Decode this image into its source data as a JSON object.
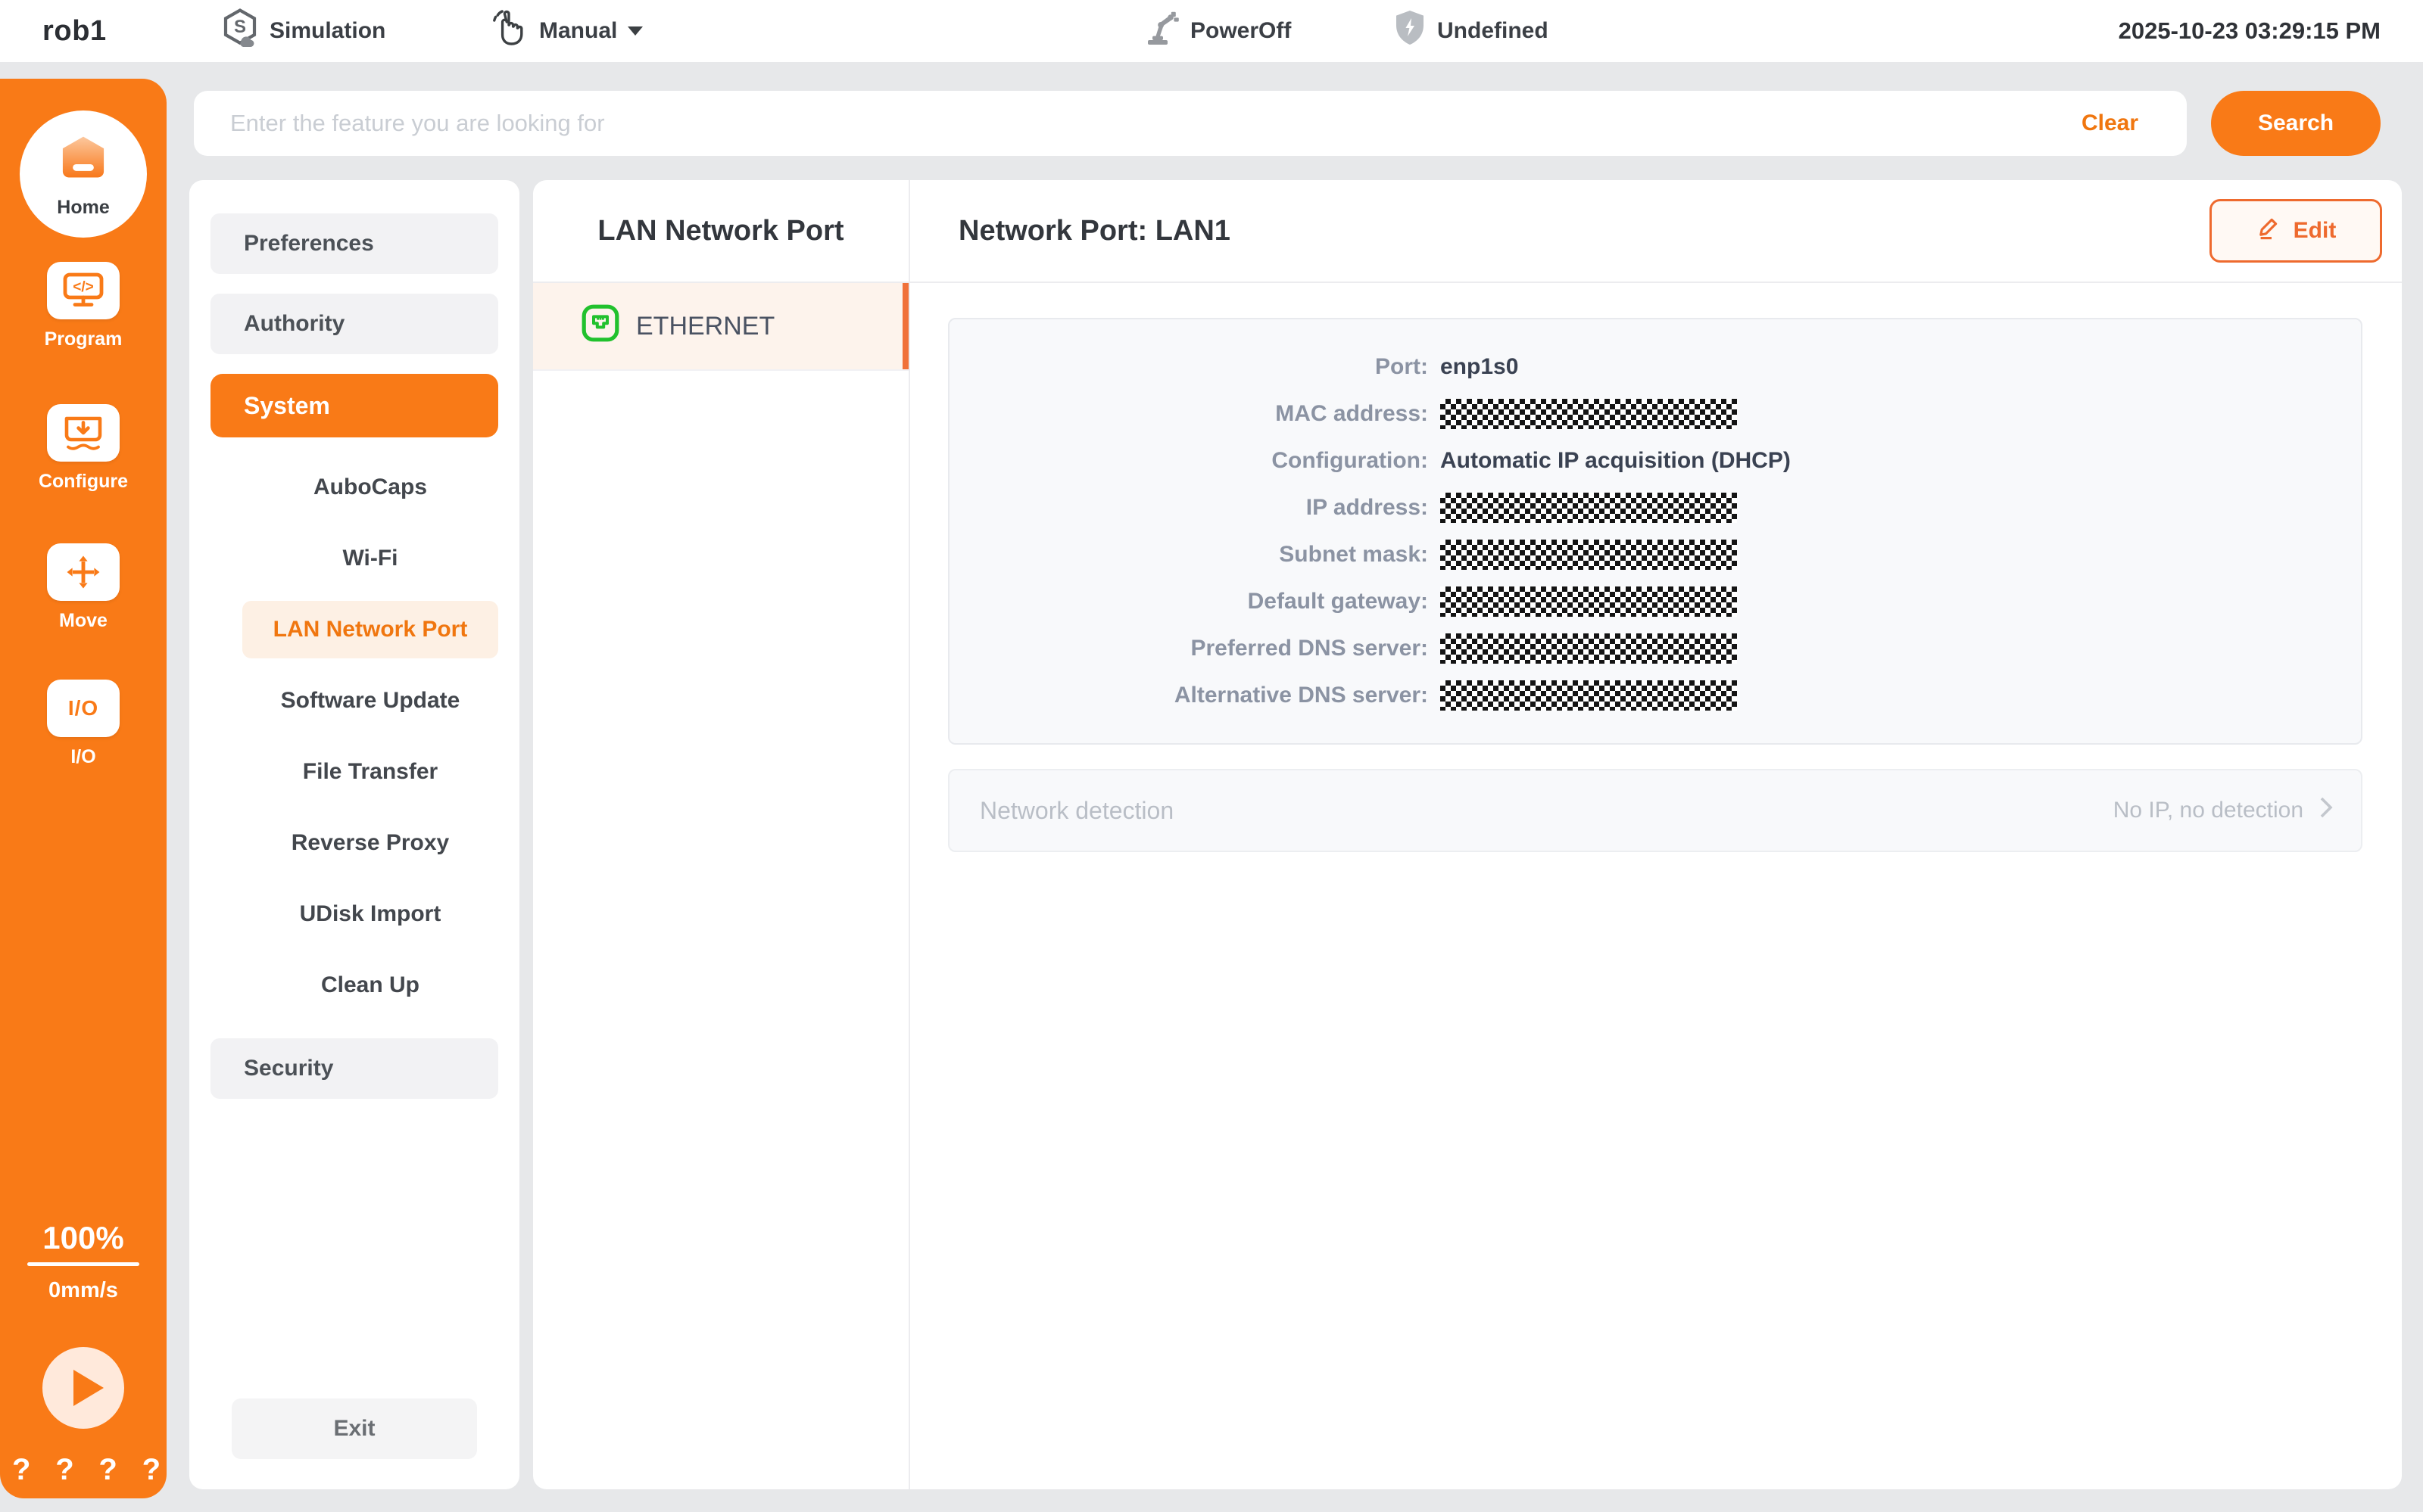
{
  "topbar": {
    "robot_name": "rob1",
    "simulation_label": "Simulation",
    "mode_label": "Manual",
    "power_label": "PowerOff",
    "safety_label": "Undefined",
    "timestamp": "2025-10-23 03:29:15 PM"
  },
  "search": {
    "placeholder": "Enter the feature you are looking for",
    "clear_label": "Clear",
    "search_label": "Search"
  },
  "sidebar": {
    "items": [
      {
        "label": "Home"
      },
      {
        "label": "Program"
      },
      {
        "label": "Configure"
      },
      {
        "label": "Move"
      },
      {
        "label": "I/O"
      }
    ],
    "speed_percent": "100%",
    "speed_value": "0mm/s",
    "marks": [
      "?",
      "?",
      "?",
      "?"
    ]
  },
  "menu": {
    "preferences_label": "Preferences",
    "authority_label": "Authority",
    "system_label": "System",
    "system_children": [
      "AuboCaps",
      "Wi-Fi",
      "LAN Network Port",
      "Software Update",
      "File Transfer",
      "Reverse Proxy",
      "UDisk Import",
      "Clean Up"
    ],
    "security_label": "Security",
    "exit_label": "Exit",
    "active_section": "System",
    "active_child": "LAN Network Port"
  },
  "port_list": {
    "title": "LAN Network Port",
    "items": [
      {
        "label": "ETHERNET",
        "selected": true
      }
    ]
  },
  "detail": {
    "title": "Network Port: LAN1",
    "edit_label": "Edit",
    "fields": [
      {
        "label": "Port:",
        "value": "enp1s0",
        "redacted": false
      },
      {
        "label": "MAC address:",
        "value": "",
        "redacted": true
      },
      {
        "label": "Configuration:",
        "value": "Automatic IP acquisition (DHCP)",
        "redacted": false
      },
      {
        "label": "IP address:",
        "value": "",
        "redacted": true
      },
      {
        "label": "Subnet mask:",
        "value": "",
        "redacted": true
      },
      {
        "label": "Default gateway:",
        "value": "",
        "redacted": true
      },
      {
        "label": "Preferred DNS server:",
        "value": "",
        "redacted": true
      },
      {
        "label": "Alternative DNS server:",
        "value": "",
        "redacted": true
      }
    ],
    "detection": {
      "label": "Network detection",
      "status": "No IP, no detection"
    }
  },
  "colors": {
    "accent": "#F97A17",
    "accent_text": "#EE6A2E",
    "selected_bg": "#FDF3EC",
    "ethernet_green": "#21C12D",
    "page_bg": "#E7E8EA"
  }
}
